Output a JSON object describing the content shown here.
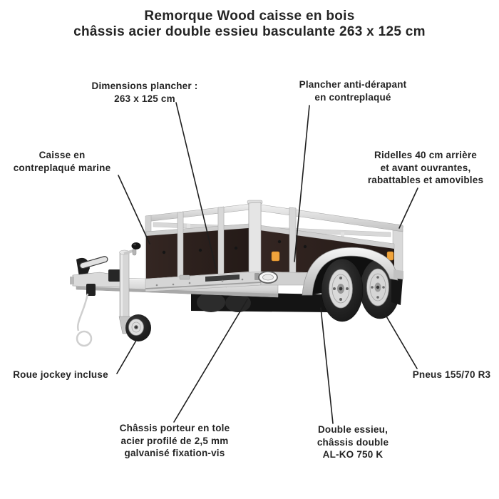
{
  "title": {
    "line1": "Remorque Wood caisse en bois",
    "line2": "châssis acier double essieu basculante 263 x 125 cm"
  },
  "labels": {
    "dimensions": {
      "lines": [
        "Dimensions plancher :",
        "263 x 125 cm"
      ]
    },
    "plancher": {
      "lines": [
        "Plancher anti-dérapant",
        "en contreplaqué"
      ]
    },
    "caisse": {
      "lines": [
        "Caisse en",
        "contreplaqué marine"
      ]
    },
    "ridelles": {
      "lines": [
        "Ridelles 40 cm arrière",
        "et avant ouvrantes,",
        "rabattables et amovibles"
      ]
    },
    "roue_jockey": {
      "lines": [
        "Roue jockey incluse"
      ]
    },
    "pneus": {
      "lines": [
        "Pneus 155/70 R3"
      ]
    },
    "chassis": {
      "lines": [
        "Châssis porteur en tole",
        "acier profilé de 2,5 mm",
        "galvanisé fixation-vis"
      ]
    },
    "essieu": {
      "lines": [
        "Double essieu,",
        "châssis double",
        "AL-KO 750 K"
      ]
    }
  },
  "colors": {
    "text": "#242424",
    "leader_line": "#1f1f1f",
    "accent_orange": "#f0a43c",
    "panel_brown": "#342622",
    "panel_brown_dark": "#241a17",
    "background": "#ffffff"
  }
}
